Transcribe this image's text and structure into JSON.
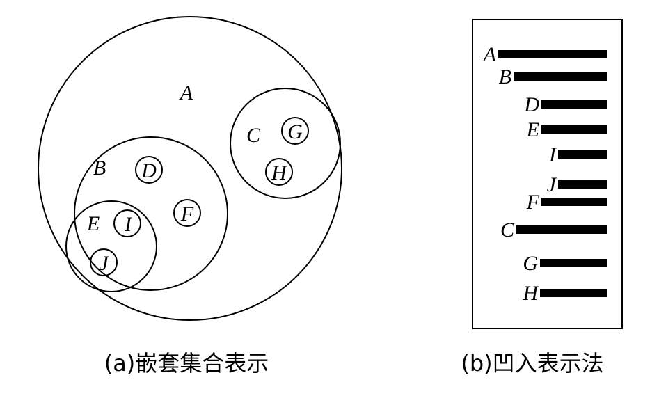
{
  "nested_sets": {
    "caption": "(a)嵌套集合表示",
    "labels": {
      "A": "A",
      "B": "B",
      "C": "C",
      "D": "D",
      "E": "E",
      "F": "F",
      "G": "G",
      "H": "H",
      "I": "I",
      "J": "J"
    }
  },
  "indented_list": {
    "caption": "(b)凹入表示法",
    "rows": [
      {
        "label": "A",
        "depth": 0
      },
      {
        "label": "B",
        "depth": 1
      },
      {
        "label": "D",
        "depth": 2
      },
      {
        "label": "E",
        "depth": 2
      },
      {
        "label": "I",
        "depth": 3
      },
      {
        "label": "J",
        "depth": 3
      },
      {
        "label": "F",
        "depth": 2
      },
      {
        "label": "C",
        "depth": 1
      },
      {
        "label": "G",
        "depth": 2
      },
      {
        "label": "H",
        "depth": 2
      }
    ]
  }
}
